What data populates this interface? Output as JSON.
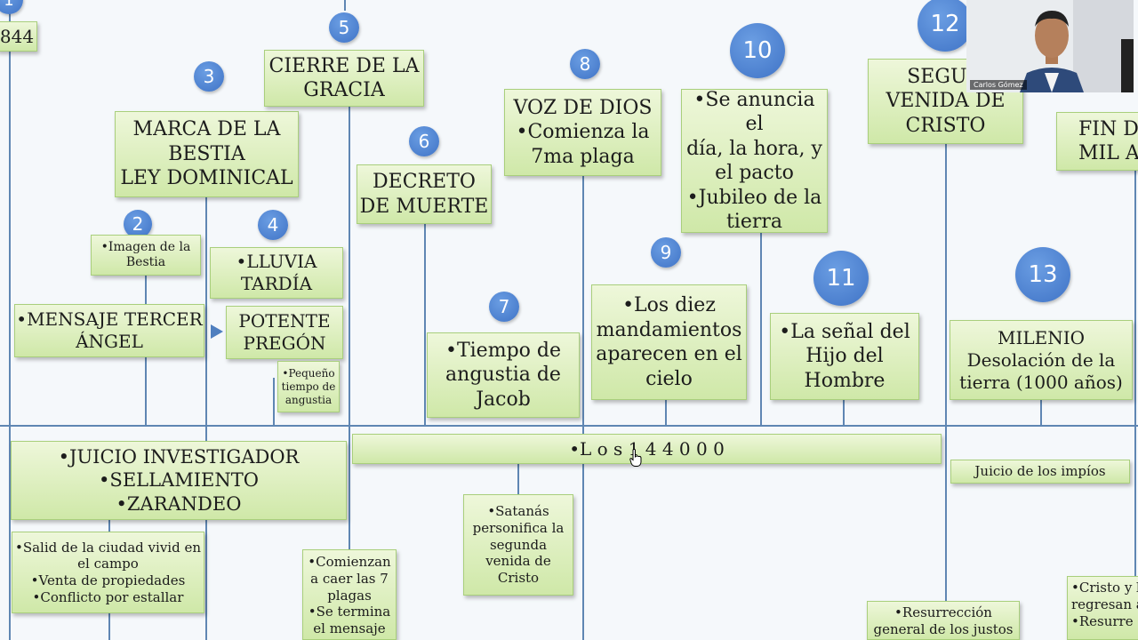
{
  "timeline": {
    "markers": [
      "1",
      "2",
      "3",
      "4",
      "5",
      "6",
      "7",
      "8",
      "9",
      "10",
      "11",
      "12",
      "13"
    ],
    "year": "844",
    "boxes": {
      "marca": "MARCA DE LA\nBESTIA\nLEY DOMINICAL",
      "imagen": "•Imagen de la\nBestia",
      "mensaje": "•MENSAJE TERCER\nÁNGEL",
      "lluvia": "•LLUVIA\nTARDÍA",
      "potente": "POTENTE\nPREGÓN",
      "pequeno": "•Pequeño\ntiempo de\nangustia",
      "cierre": "CIERRE DE LA\nGRACIA",
      "decreto": "DECRETO\nDE MUERTE",
      "voz": "VOZ DE DIOS\n•Comienza la\n7ma plaga",
      "anuncia": "•Se anuncia el\ndía, la hora, y\nel pacto\n•Jubileo de la\ntierra",
      "jacob": "•Tiempo de\nangustia de\nJacob",
      "diez": "•Los diez\nmandamientos\naparecen en el\ncielo",
      "senal": "•La señal del\nHijo del\nHombre",
      "segunda": "SEGUN\nVENIDA DE\nCRISTO",
      "fin": "FIN D\nMIL A",
      "milenio": "MILENIO\nDesolación de la\ntierra (1000 años)",
      "juicio": "•JUICIO INVESTIGADOR\n•SELLAMIENTO\n•ZARANDEO",
      "los144": "•L  o  s      1  4  4  0  0  0",
      "impios": "Juicio de los impíos",
      "salid": "•Salid de la ciudad vivid en\nel campo\n•Venta de propiedades\n•Conflicto por estallar",
      "comienzan": "•Comienzan\na caer las 7\nplagas\n•Se termina\nel mensaje",
      "satanas": "•Satanás\npersonifica la\nsegunda\nvenida de\nCristo",
      "resurreccion": "•Resurrección\ngeneral de los justos",
      "cristo": "•Cristo y l\nregresan a\n•Resurre"
    }
  },
  "video": {
    "participant_name": "Carlos Gómez"
  },
  "colors": {
    "accent": "#3f73c6",
    "box_fill": "#d6ebb6",
    "line": "#5f86b3"
  }
}
